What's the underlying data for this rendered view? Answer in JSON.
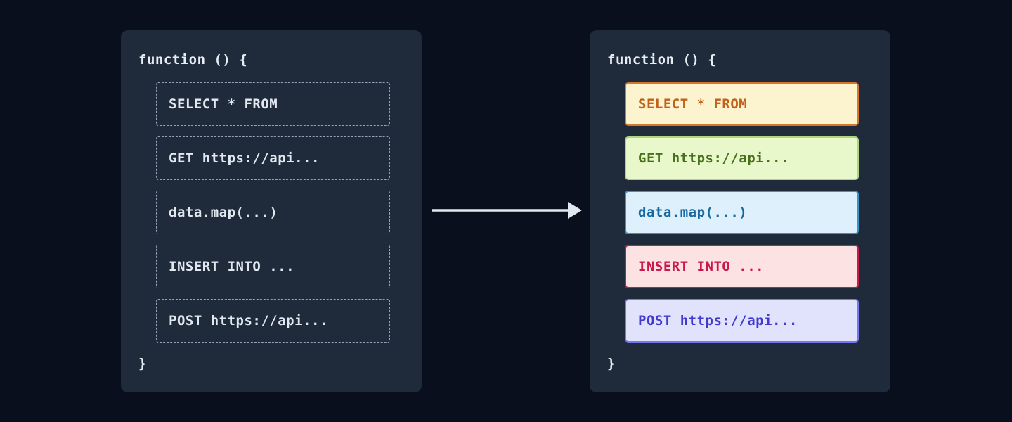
{
  "background": "#0a0f1d",
  "panel_bg": "#1f2a3a",
  "arrow_color": "#e2e8f0",
  "left_panel": {
    "header": "function () {",
    "footer": "}",
    "items": [
      {
        "label": "SELECT * FROM"
      },
      {
        "label": "GET https://api..."
      },
      {
        "label": "data.map(...)"
      },
      {
        "label": "INSERT INTO ..."
      },
      {
        "label": "POST https://api..."
      }
    ],
    "box_border": "#94a3b8",
    "text_color": "#e2e8f0"
  },
  "right_panel": {
    "header": "function () {",
    "footer": "}",
    "items": [
      {
        "label": "SELECT * FROM",
        "bg": "#fcf3cf",
        "border": "#d4772c",
        "text": "#c2611c"
      },
      {
        "label": "GET https://api...",
        "bg": "#e8f8ca",
        "border": "#aed383",
        "text": "#48701b"
      },
      {
        "label": "data.map(...)",
        "bg": "#def0fb",
        "border": "#3993c8",
        "text": "#16699f"
      },
      {
        "label": "INSERT INTO ...",
        "bg": "#fde2e4",
        "border": "#ca1a4b",
        "text": "#c9184a"
      },
      {
        "label": "POST https://api...",
        "bg": "#e1e3fc",
        "border": "#7577ee",
        "text": "#4239cf"
      }
    ]
  }
}
